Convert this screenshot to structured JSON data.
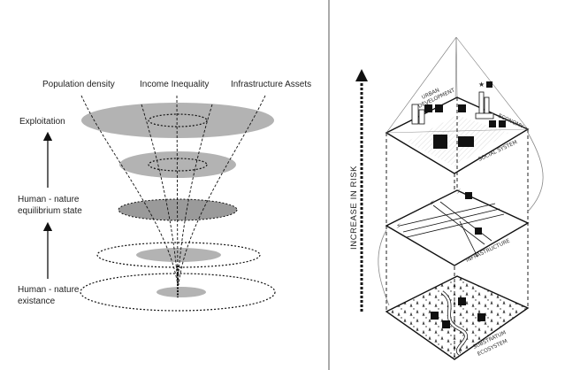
{
  "left_panel": {
    "column_labels": {
      "population": "Population density",
      "income": "Income Inequality",
      "infrastructure": "Infrastructure Assets"
    },
    "stages": {
      "exploitation": "Exploitation",
      "equilibrium_line1": "Human - nature",
      "equilibrium_line2": "equilibrium state",
      "existence_line1": "Human - nature",
      "existence_line2": "existance"
    }
  },
  "right_panel": {
    "axis_label": "INCREASE IN RISK",
    "layers": {
      "urban_line1": "URBAN",
      "urban_line2": "DEVELOPMENT",
      "economy": "ECONOMY",
      "social": "SOCIAL SYSTEM",
      "infrastructure": "INFRASTRUCTURE",
      "substratum": "SUBSTRATUM",
      "ecosystem": "ECOSYSTEM"
    }
  },
  "colors": {
    "ellipse_fill": "#b3b3b3",
    "ellipse_fill_dark": "#9a9a9a",
    "line": "#1a1a1a",
    "divider": "#555555"
  }
}
